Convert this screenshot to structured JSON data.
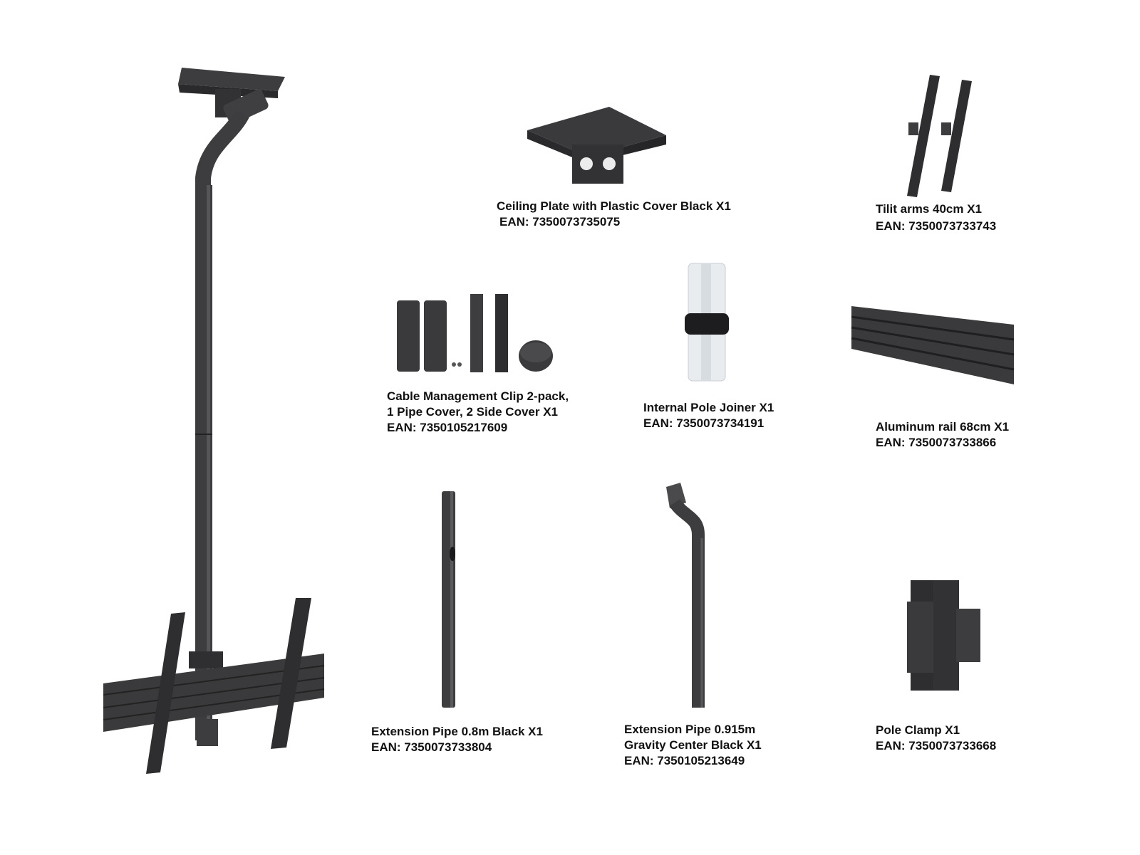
{
  "items": [
    {
      "id": "ceiling-plate",
      "lines": [
        "Ceiling Plate with Plastic Cover Black X1"
      ],
      "ean": "EAN: 7350073735075"
    },
    {
      "id": "tilt-arms",
      "lines": [
        "Tilit arms 40cm X1"
      ],
      "ean": "EAN: 7350073733743"
    },
    {
      "id": "cable-clip",
      "lines": [
        "Cable Management Clip 2-pack,",
        "1 Pipe Cover, 2 Side Cover X1"
      ],
      "ean": "EAN: 7350105217609"
    },
    {
      "id": "pole-joiner",
      "lines": [
        "Internal Pole Joiner X1"
      ],
      "ean": "EAN: 7350073734191"
    },
    {
      "id": "aluminum-rail",
      "lines": [
        "Aluminum rail 68cm X1"
      ],
      "ean": "EAN: 7350073733866"
    },
    {
      "id": "extension-pipe-08",
      "lines": [
        "Extension Pipe 0.8m Black X1"
      ],
      "ean": "EAN: 7350073733804"
    },
    {
      "id": "extension-pipe-0915",
      "lines": [
        "Extension Pipe 0.915m",
        "Gravity Center Black X1"
      ],
      "ean": "EAN: 7350105213649"
    },
    {
      "id": "pole-clamp",
      "lines": [
        "Pole Clamp X1"
      ],
      "ean": "EAN: 7350073733668"
    }
  ],
  "colors": {
    "metal": "#3d3d3f",
    "metal_dark": "#2a2a2c",
    "metal_light": "#58585b",
    "white_part": "#e9ecef"
  }
}
